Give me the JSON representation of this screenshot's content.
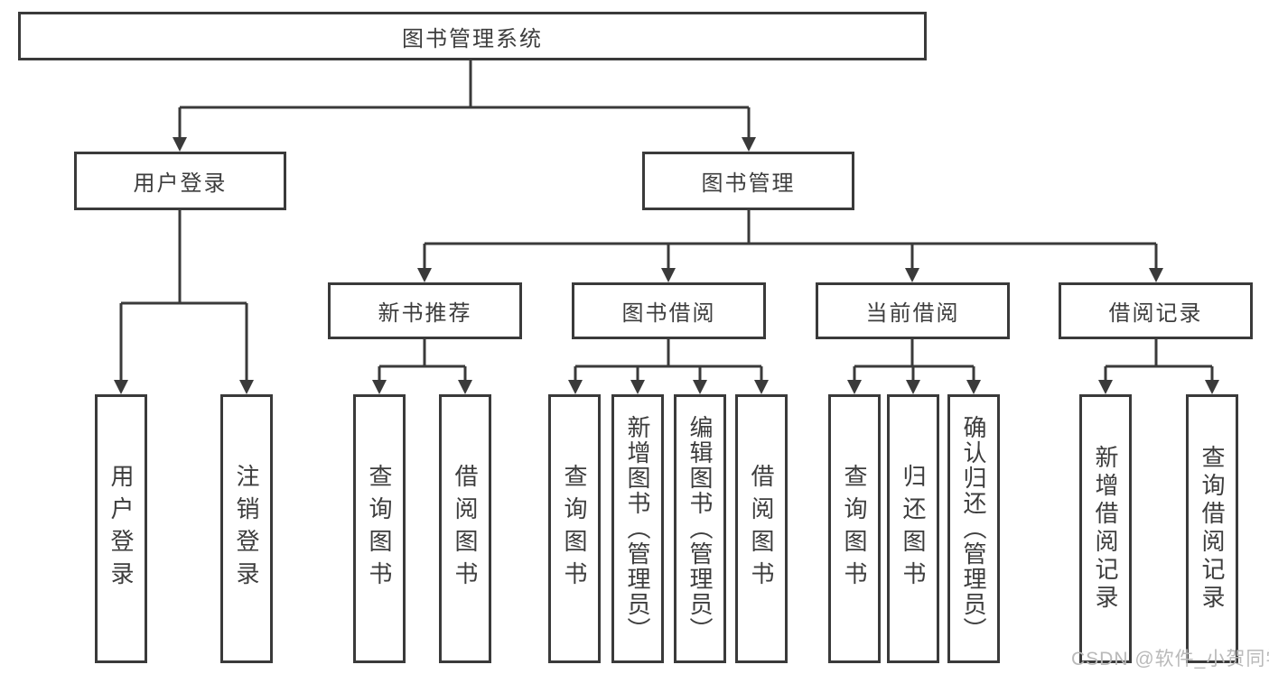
{
  "diagram_title": "图书管理系统",
  "tree": {
    "label": "图书管理系统",
    "children": [
      {
        "label": "用户登录",
        "children": [
          {
            "label": "用户登录"
          },
          {
            "label": "注销登录"
          }
        ]
      },
      {
        "label": "图书管理",
        "children": [
          {
            "label": "新书推荐",
            "children": [
              {
                "label": "查询图书"
              },
              {
                "label": "借阅图书"
              }
            ]
          },
          {
            "label": "图书借阅",
            "children": [
              {
                "label": "查询图书"
              },
              {
                "label": "新增图书（管理员）"
              },
              {
                "label": "编辑图书（管理员）"
              },
              {
                "label": "借阅图书"
              }
            ]
          },
          {
            "label": "当前借阅",
            "children": [
              {
                "label": "查询图书"
              },
              {
                "label": "归还图书"
              },
              {
                "label": "确认归还（管理员）"
              }
            ]
          },
          {
            "label": "借阅记录",
            "children": [
              {
                "label": "新增借阅记录"
              },
              {
                "label": "查询借阅记录"
              }
            ]
          }
        ]
      }
    ]
  },
  "watermark": "CSDN @软件_小贺同学",
  "colors": {
    "line": "#3a3a3a",
    "text": "#3d3d3d",
    "box_background": "#ffffff",
    "watermark": "#b9b9b9",
    "background": "#ffffff"
  }
}
